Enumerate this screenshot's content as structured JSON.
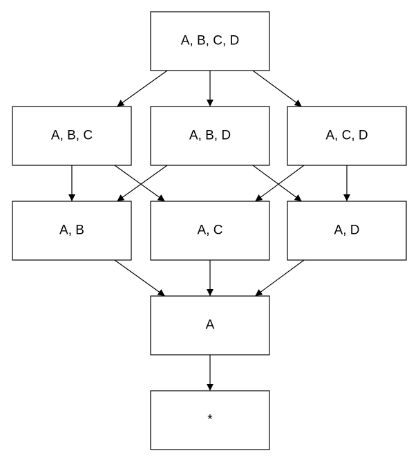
{
  "diagram": {
    "nodes": [
      {
        "id": "abcd",
        "label": "A, B, C, D"
      },
      {
        "id": "abc",
        "label": "A, B, C"
      },
      {
        "id": "abd",
        "label": "A, B, D"
      },
      {
        "id": "acd",
        "label": "A, C, D"
      },
      {
        "id": "ab",
        "label": "A, B"
      },
      {
        "id": "ac",
        "label": "A, C"
      },
      {
        "id": "ad",
        "label": "A, D"
      },
      {
        "id": "a",
        "label": "A"
      },
      {
        "id": "star",
        "label": "*"
      }
    ],
    "edges": [
      {
        "from": "abcd",
        "to": "abc"
      },
      {
        "from": "abcd",
        "to": "abd"
      },
      {
        "from": "abcd",
        "to": "acd"
      },
      {
        "from": "abc",
        "to": "ab"
      },
      {
        "from": "abc",
        "to": "ac"
      },
      {
        "from": "abd",
        "to": "ab"
      },
      {
        "from": "abd",
        "to": "ad"
      },
      {
        "from": "acd",
        "to": "ac"
      },
      {
        "from": "acd",
        "to": "ad"
      },
      {
        "from": "ab",
        "to": "a"
      },
      {
        "from": "ac",
        "to": "a"
      },
      {
        "from": "ad",
        "to": "a"
      },
      {
        "from": "a",
        "to": "star"
      }
    ],
    "colors": {
      "stroke": "#000000",
      "fill": "#ffffff"
    }
  }
}
